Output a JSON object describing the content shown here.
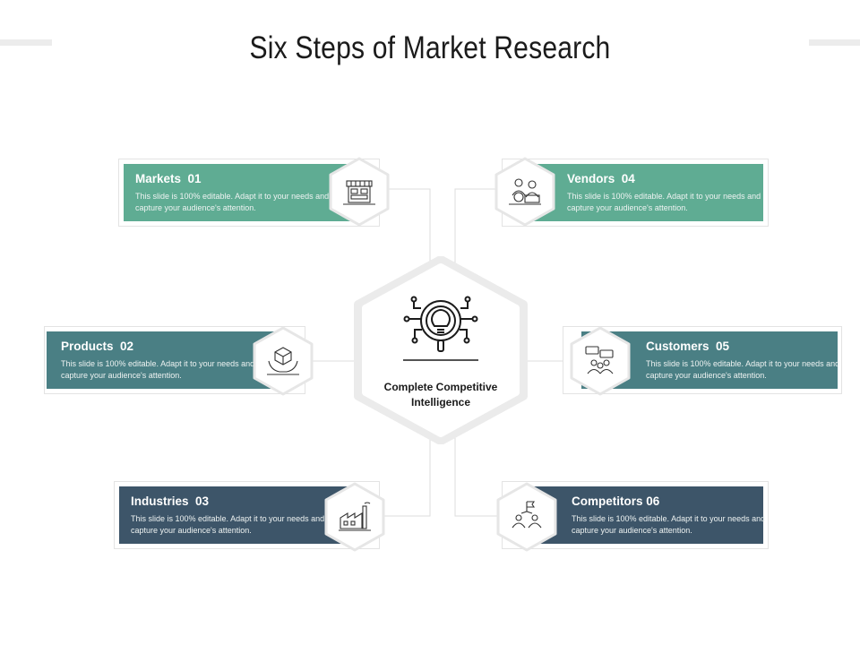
{
  "title": "Six Steps of Market Research",
  "center": {
    "label_line1": "Complete Competitive",
    "label_line2": "Intelligence",
    "icon": "lightbulb-magnifier-circuit-icon"
  },
  "colors": {
    "teal_green": "#5fac93",
    "teal_blue": "#4a7f84",
    "navy": "#3d5569",
    "connector": "#dcdcdc"
  },
  "steps": [
    {
      "title": "Markets",
      "number": "01",
      "desc": "This slide is 100% editable. Adapt it to your needs and capture your audience's attention.",
      "icon": "market-stall-icon",
      "color": "#5fac93"
    },
    {
      "title": "Products",
      "number": "02",
      "desc": "This slide is 100% editable. Adapt it to your needs and capture your audience's attention.",
      "icon": "box-in-hands-icon",
      "color": "#4a7f84"
    },
    {
      "title": "Industries",
      "number": "03",
      "desc": "This slide is 100% editable. Adapt it to your needs and capture your audience's attention.",
      "icon": "factory-icon",
      "color": "#3d5569"
    },
    {
      "title": "Vendors",
      "number": "04",
      "desc": "This slide is 100% editable. Adapt it to your needs and capture your audience's attention.",
      "icon": "vendor-people-icon",
      "color": "#5fac93"
    },
    {
      "title": "Customers",
      "number": "05",
      "desc": "This slide is 100% editable. Adapt it to your needs and capture your audience's attention.",
      "icon": "customers-chat-icon",
      "color": "#4a7f84"
    },
    {
      "title": "Competitors",
      "number": "06",
      "desc": "This slide is 100% editable. Adapt it to your needs and capture your audience's attention.",
      "icon": "competitors-flag-icon",
      "color": "#3d5569"
    }
  ]
}
